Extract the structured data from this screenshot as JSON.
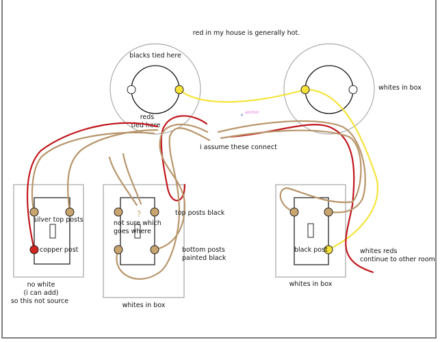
{
  "title_note": "red in my house is generally hot.",
  "colors": {
    "red_wire": "#c0161b",
    "brown_wire": "#b8956a",
    "yellow_wire": "#f5e43a",
    "post_brass": "#c8a46f",
    "post_red": "#d0241e",
    "post_yellow": "#f7e23a"
  },
  "left_fixture": {
    "top_label": "blacks tied here",
    "bottom_label_1": "reds",
    "bottom_label_2": "tied here"
  },
  "right_fixture": {
    "side_label": "whites in box"
  },
  "anchor_label": "anchor",
  "connect_label": "i assume these connect",
  "switch_left": {
    "posts_label": "silver top  posts",
    "copper_label": "copper post",
    "note_1": "no white",
    "note_2": "(i can add)",
    "note_3": "so this not source"
  },
  "switch_middle": {
    "question": "?",
    "unsure_1": "not sure which",
    "unsure_2": "goes where",
    "top_posts": "top posts black",
    "bottom_1": "bottom posts",
    "bottom_2": "painted black",
    "box_label": "whites in box"
  },
  "switch_right": {
    "post_label": "black post",
    "box_label": "whites in box",
    "continue_1": "whites reds",
    "continue_2": "continue to other room"
  }
}
